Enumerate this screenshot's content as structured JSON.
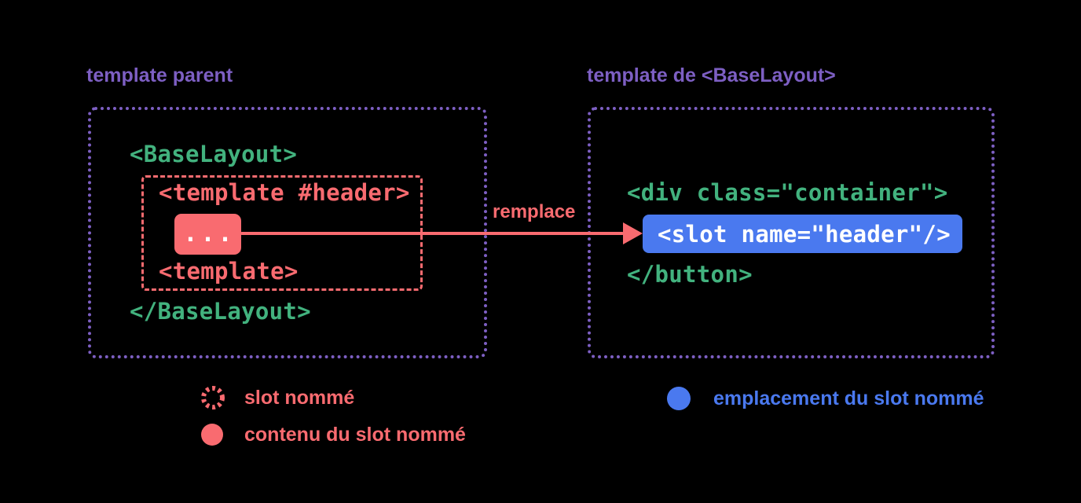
{
  "colors": {
    "background": "#000000",
    "purple": "#7d5fc3",
    "green": "#42b27e",
    "red": "#f96b70",
    "blue": "#4a79ef",
    "white": "#ffffff"
  },
  "left_panel": {
    "title": "template parent",
    "code_open": "<BaseLayout>",
    "named_slot": {
      "template_open": "<template #header>",
      "content_placeholder": "...",
      "template_close": "<template>"
    },
    "code_close": "</BaseLayout>"
  },
  "arrow": {
    "label": "remplace"
  },
  "right_panel": {
    "title": "template de <BaseLayout>",
    "code_open": "<div class=\"container\">",
    "slot_outlet": "<slot name=\"header\"/>",
    "code_close": "</button>"
  },
  "legend": {
    "items": [
      {
        "icon": "dashed-red-circle-icon",
        "label": "slot nommé"
      },
      {
        "icon": "filled-red-circle-icon",
        "label": "contenu du slot nommé"
      },
      {
        "icon": "filled-blue-circle-icon",
        "label": "emplacement du slot nommé"
      }
    ]
  }
}
